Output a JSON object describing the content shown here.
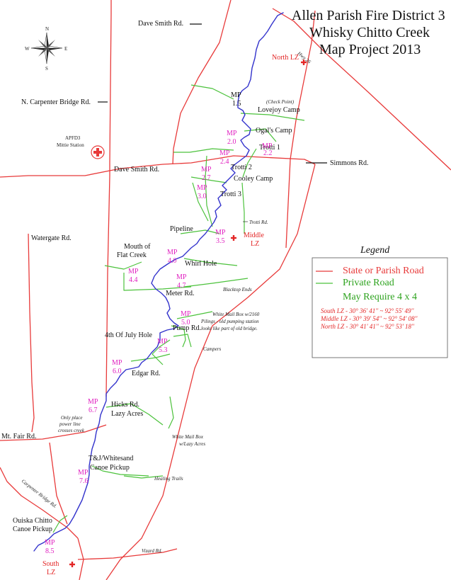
{
  "title": {
    "line1": "Allen Parish Fire District 3",
    "line2": "Whisky Chitto Creek",
    "line3": "Map Project 2013"
  },
  "colors": {
    "state_road": "#e83a3a",
    "private_road": "#4cc23c",
    "creek": "#3333cc",
    "mile_marker": "#e020c0",
    "landing_zone": "#e32626"
  },
  "compass": {
    "n": "N",
    "s": "S",
    "e": "E",
    "w": "W",
    "icon": "compass-rose-icon"
  },
  "roads": {
    "dave_smith_top": "Dave Smith Rd.",
    "n_carpenter_bridge": "N. Carpenter Bridge Rd.",
    "dave_smith_mid": "Dave Smith Rd.",
    "simmons": "Simmons Rd.",
    "watergate": "Watergate Rd.",
    "mt_fair": "Mt. Fair Rd.",
    "carpenter_bridge": "Carpenter Bridge Rd.",
    "vizard": "Vizard Rd.",
    "hwy26": "Hwy 26",
    "trotti": "Trotti Rd."
  },
  "station": {
    "line1": "APFD3",
    "line2": "Mittie Station",
    "icon": "fire-station-icon"
  },
  "places": {
    "check_point": "(Check Point)",
    "lovejoy": "Lovejoy Camp",
    "ogals": "Ogal's Camp",
    "trotti1": "Trotti 1",
    "trotti2": "Trotti 2",
    "cooley": "Cooley Camp",
    "trotti3": "Trotti 3",
    "pipeline": "Pipeline",
    "mouth1": "Mouth of",
    "mouth2": "Flat Creek",
    "whirl": "Whirl Hole",
    "blacktop": "Blacktop Ends",
    "meter": "Meter Rd.",
    "whitebox1": "White Mail Box w/2160",
    "whitebox2": "Pilings - old pumping station",
    "whitebox3": "looks like part of old bridge.",
    "fourth": "4th Of July Hole",
    "pump": "Pump Rd.",
    "campers": "Campers",
    "edgar": "Edgar Rd.",
    "hicks": "Hicks Rd.",
    "lazy": "Lazy Acres",
    "power1": "Only place",
    "power2": "power line",
    "power3": "crosses creek",
    "whitebox_lazy1": "White Mail Box",
    "whitebox_lazy2": "w/Lazy Acres",
    "tj1": "T&J/Whitesand",
    "tj2": "Canoe Pickup",
    "healing": "Healing Trails",
    "ouiska1": "Ouiska Chitto",
    "ouiska2": "Canoe Pickup"
  },
  "mile_markers": {
    "mp15": {
      "a": "MP",
      "b": "1.5"
    },
    "mp20": {
      "a": "MP",
      "b": "2.0"
    },
    "mp22": {
      "a": "MP",
      "b": "2.2"
    },
    "mp24": {
      "a": "MP",
      "b": "2.4"
    },
    "mp27": {
      "a": "MP",
      "b": "2.7"
    },
    "mp30": {
      "a": "MP",
      "b": "3.0"
    },
    "mp35": {
      "a": "MP",
      "b": "3.5"
    },
    "mp40": {
      "a": "MP",
      "b": "4.0"
    },
    "mp44": {
      "a": "MP",
      "b": "4.4"
    },
    "mp47": {
      "a": "MP",
      "b": "4.7"
    },
    "mp50": {
      "a": "MP",
      "b": "5.0"
    },
    "mp53": {
      "a": "MP",
      "b": "5.3"
    },
    "mp60": {
      "a": "MP",
      "b": "6.0"
    },
    "mp67": {
      "a": "MP",
      "b": "6.7"
    },
    "mp76": {
      "a": "MP",
      "b": "7.6"
    },
    "mp85": {
      "a": "MP",
      "b": "8.5"
    }
  },
  "landing_zones": {
    "north": {
      "a": "North LZ"
    },
    "middle": {
      "a": "Middle",
      "b": "LZ"
    },
    "south": {
      "a": "South",
      "b": "LZ"
    }
  },
  "legend": {
    "title": "Legend",
    "state": "State or Parish Road",
    "private": "Private Road",
    "four": "May Require 4 x 4",
    "south": "South LZ   - 30° 36' 41'' ~ 92° 55' 49''",
    "middle": "Middle LZ - 30° 39' 54'' ~ 92° 54' 08''",
    "north": "North LZ   - 30° 41' 41'' ~ 92° 53' 18''"
  }
}
